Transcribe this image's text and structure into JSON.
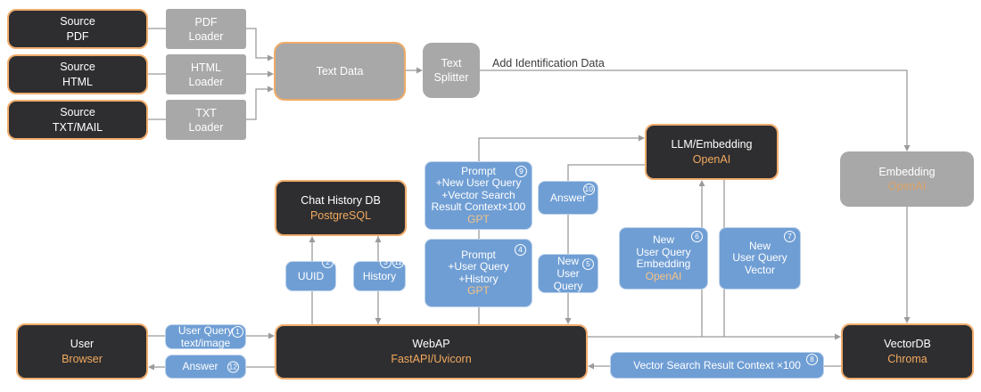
{
  "colors": {
    "accent_orange": "#F1AD6D",
    "dark_fill": "#2E2E30",
    "gray_fill": "#A8A8A8",
    "blue_fill": "#6F9ED4",
    "line_gray": "#9B9B9B",
    "background": "#FFFFFF"
  },
  "labels": {
    "add_identification_data": "Add Identification Data"
  },
  "nodes": {
    "source_pdf": {
      "lines": [
        "Source",
        "PDF"
      ]
    },
    "source_html": {
      "lines": [
        "Source",
        "HTML"
      ]
    },
    "source_txt": {
      "lines": [
        "Source",
        "TXT/MAIL"
      ]
    },
    "pdf_loader": {
      "lines": [
        "PDF",
        "Loader"
      ]
    },
    "html_loader": {
      "lines": [
        "HTML",
        "Loader"
      ]
    },
    "txt_loader": {
      "lines": [
        "TXT",
        "Loader"
      ]
    },
    "text_data": {
      "label": "Text Data"
    },
    "text_splitter": {
      "lines": [
        "Text",
        "Splitter"
      ]
    },
    "llm": {
      "title": "LLM/Embedding",
      "subtitle": "OpenAI"
    },
    "embedding": {
      "title": "Embedding",
      "subtitle": "OpenAI"
    },
    "chat_db": {
      "title": "Chat History DB",
      "subtitle": "PostgreSQL"
    },
    "prompt9": {
      "lines": [
        "Prompt",
        "+New User Query",
        "+Vector Search",
        "Result Context×100"
      ],
      "accent": "GPT",
      "badge": "9"
    },
    "prompt4": {
      "lines": [
        "Prompt",
        "+User Query",
        "+History"
      ],
      "accent": "GPT",
      "badge": "4"
    },
    "answer10": {
      "label": "Answer",
      "badge": "10"
    },
    "new_user_query5": {
      "lines": [
        "New",
        "User",
        "Query"
      ],
      "badge": "5"
    },
    "nuq_embedding6": {
      "lines": [
        "New",
        "User Query",
        "Embedding"
      ],
      "accent": "OpenAI",
      "badge": "6"
    },
    "nuq_vector7": {
      "lines": [
        "New",
        "User Query",
        "Vector"
      ],
      "badge": "7"
    },
    "uuid2": {
      "label": "UUID",
      "badge": "2"
    },
    "history3": {
      "label": "History",
      "badges": [
        "3",
        "11"
      ]
    },
    "user_browser": {
      "title": "User",
      "subtitle": "Browser"
    },
    "user_query1": {
      "lines": [
        "User Query",
        "text/image"
      ],
      "badge": "1"
    },
    "answer12": {
      "label": "Answer",
      "badge": "12"
    },
    "webap": {
      "title": "WebAP",
      "subtitle": "FastAPI/Uvicorn"
    },
    "vector_search8": {
      "label": "Vector Search Result Context ×100",
      "badge": "8"
    },
    "vectordb": {
      "title": "VectorDB",
      "subtitle": "Chroma"
    }
  }
}
